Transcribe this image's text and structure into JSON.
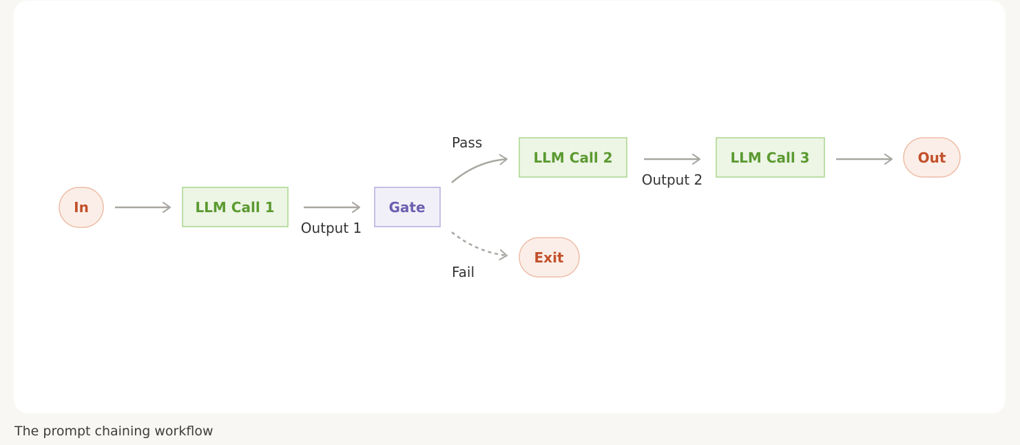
{
  "colors": {
    "page_bg": "#f8f7f3",
    "card_bg": "#ffffff",
    "terminal_fill": "#fbeee8",
    "terminal_stroke": "#eebca6",
    "terminal_text": "#c2502b",
    "llm_fill": "#edf5e5",
    "llm_stroke": "#a8d58c",
    "llm_text": "#5b9a31",
    "gate_fill": "#f1f0f8",
    "gate_stroke": "#b3ace1",
    "gate_text": "#6b5fb0",
    "arrow": "#a8a6a0"
  },
  "diagram": {
    "nodes": {
      "input": "In",
      "llm_call_1": "LLM Call 1",
      "gate": "Gate",
      "llm_call_2": "LLM Call 2",
      "llm_call_3": "LLM Call 3",
      "output": "Out",
      "exit": "Exit"
    },
    "edge_labels": {
      "output_1": "Output 1",
      "pass": "Pass",
      "fail": "Fail",
      "output_2": "Output 2"
    }
  },
  "caption": "The prompt chaining workflow"
}
